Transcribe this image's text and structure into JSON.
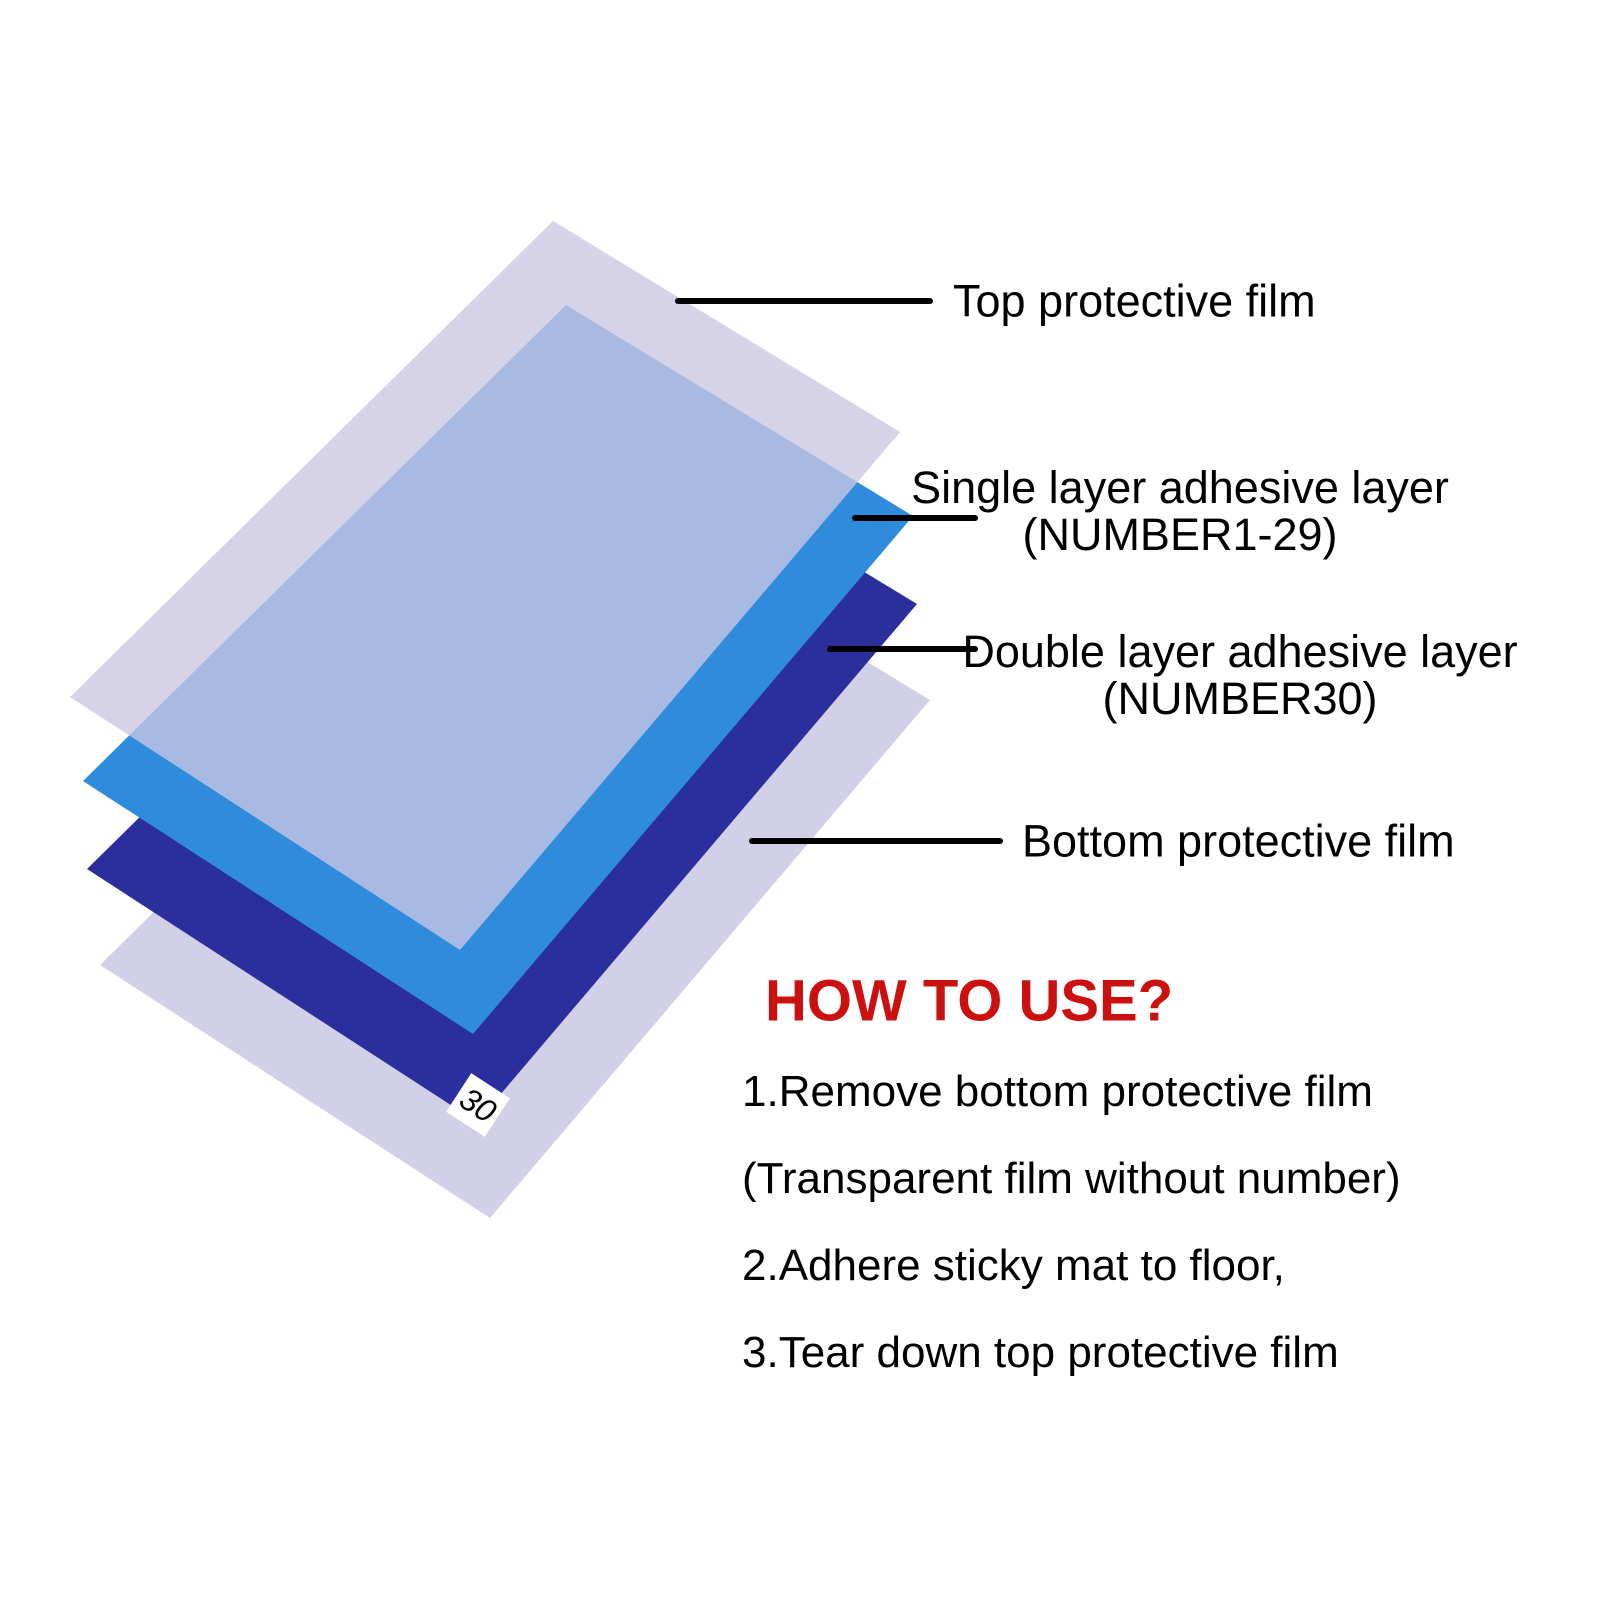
{
  "diagram": {
    "leader_color": "#000000",
    "layers": {
      "top_film": {
        "color": "rgba(203,199,227,0.78)"
      },
      "single": {
        "color": "#2f8cdc"
      },
      "double": {
        "color": "#2b2e9d"
      },
      "bottom_film": {
        "color": "#d2d0e8"
      }
    },
    "tag": {
      "text": "30",
      "bg": "#ffffff"
    }
  },
  "labels": {
    "top": {
      "text": "Top protective film"
    },
    "single": {
      "line1": "Single layer adhesive layer",
      "line2": "(NUMBER1-29)"
    },
    "double": {
      "line1": "Double layer adhesive layer",
      "line2": "(NUMBER30)"
    },
    "bottom": {
      "text": "Bottom protective film"
    }
  },
  "howto": {
    "title": "HOW TO USE?",
    "title_color": "#cc1010",
    "steps": [
      "1.Remove bottom protective film",
      "(Transparent film without number)",
      "2.Adhere sticky mat to floor,",
      "3.Tear down top protective film"
    ]
  }
}
